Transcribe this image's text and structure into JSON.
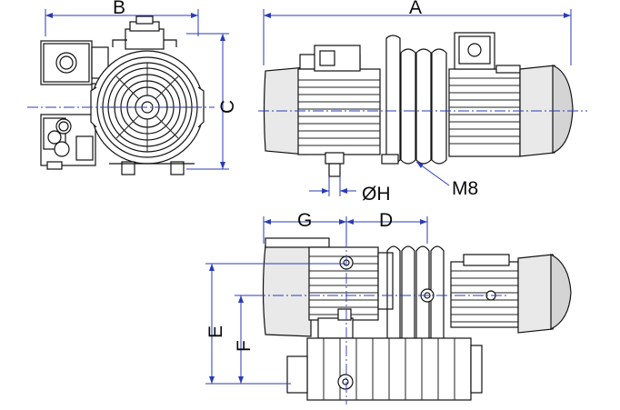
{
  "dimension_labels": {
    "a": "A",
    "b": "B",
    "c": "C",
    "d": "D",
    "e": "E",
    "f": "F",
    "g": "G",
    "oh": "ØH",
    "m8": "M8"
  },
  "colors": {
    "dimension_line": "#2a3bb5",
    "outline": "#111111",
    "text": "#0a0a0a"
  }
}
